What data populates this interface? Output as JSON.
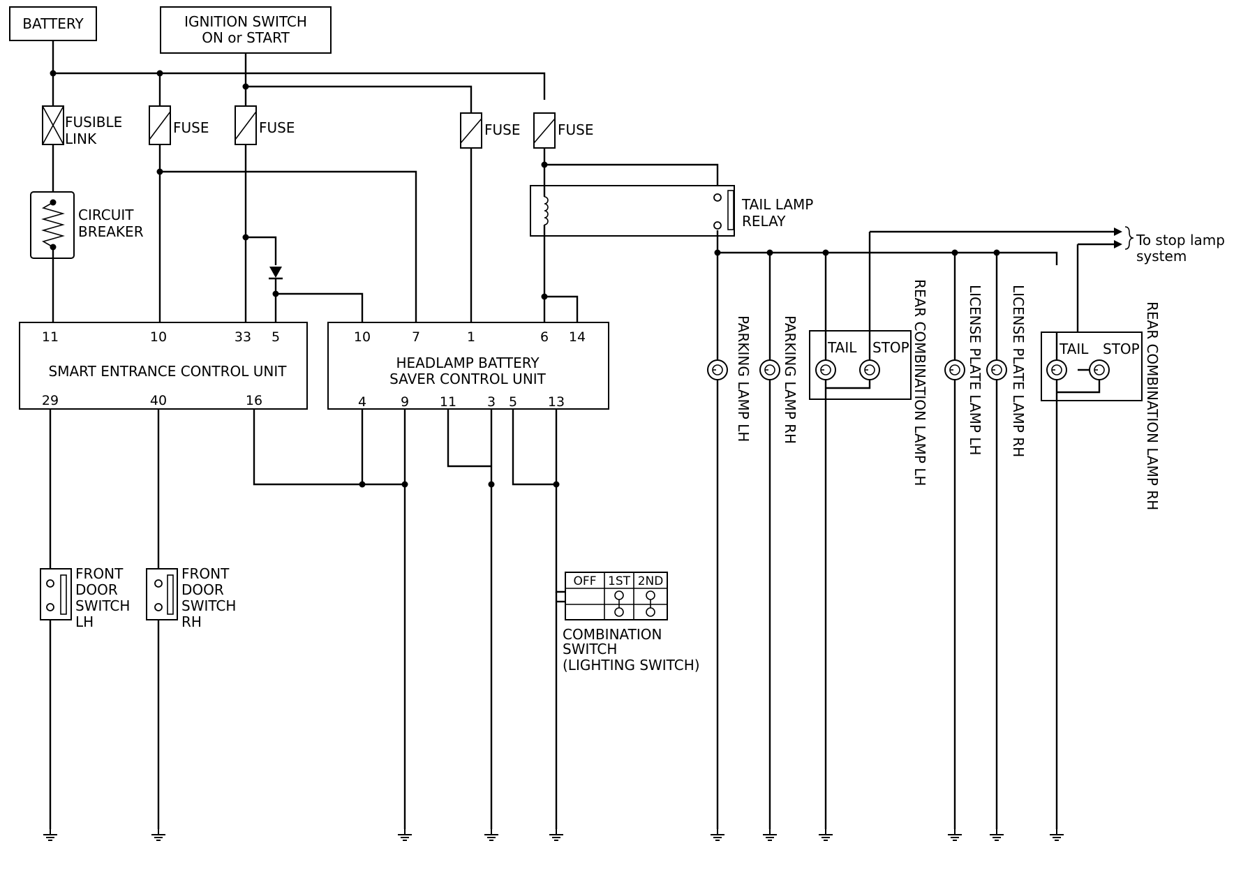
{
  "labels": {
    "battery": "BATTERY",
    "ignition_l1": "IGNITION SWITCH",
    "ignition_l2": "ON or START",
    "fusible_l1": "FUSIBLE",
    "fusible_l2": "LINK",
    "fuse": "FUSE",
    "breaker_l1": "CIRCUIT",
    "breaker_l2": "BREAKER",
    "relay_l1": "TAIL LAMP",
    "relay_l2": "RELAY",
    "stop_l1": "To stop lamp",
    "stop_l2": "system",
    "secu": "SMART ENTRANCE CONTROL UNIT",
    "hbs_l1": "HEADLAMP BATTERY",
    "hbs_l2": "SAVER CONTROL UNIT",
    "door_l1": "FRONT",
    "door_l2": "DOOR",
    "door_l3": "SWITCH",
    "door_lh": "LH",
    "door_rh": "RH",
    "comb_l1": "COMBINATION",
    "comb_l2": "SWITCH",
    "comb_l3": "(LIGHTING SWITCH)",
    "sw_off": "OFF",
    "sw_1st": "1ST",
    "sw_2nd": "2ND",
    "tail": "TAIL",
    "stop": "STOP",
    "parking_lh": "PARKING LAMP LH",
    "parking_rh": "PARKING LAMP RH",
    "rear_comb_lh": "REAR COMBINATION LAMP LH",
    "license_lh": "LICENSE PLATE LAMP LH",
    "license_rh": "LICENSE PLATE LAMP RH",
    "rear_comb_rh": "REAR COMBINATION LAMP RH"
  },
  "pins": {
    "secu_top": [
      "11",
      "10",
      "33",
      "5"
    ],
    "secu_bottom": [
      "29",
      "40",
      "16"
    ],
    "hbs_top": [
      "10",
      "7",
      "1",
      "6",
      "14"
    ],
    "hbs_bottom": [
      "4",
      "9",
      "11",
      "3",
      "5",
      "13"
    ]
  }
}
